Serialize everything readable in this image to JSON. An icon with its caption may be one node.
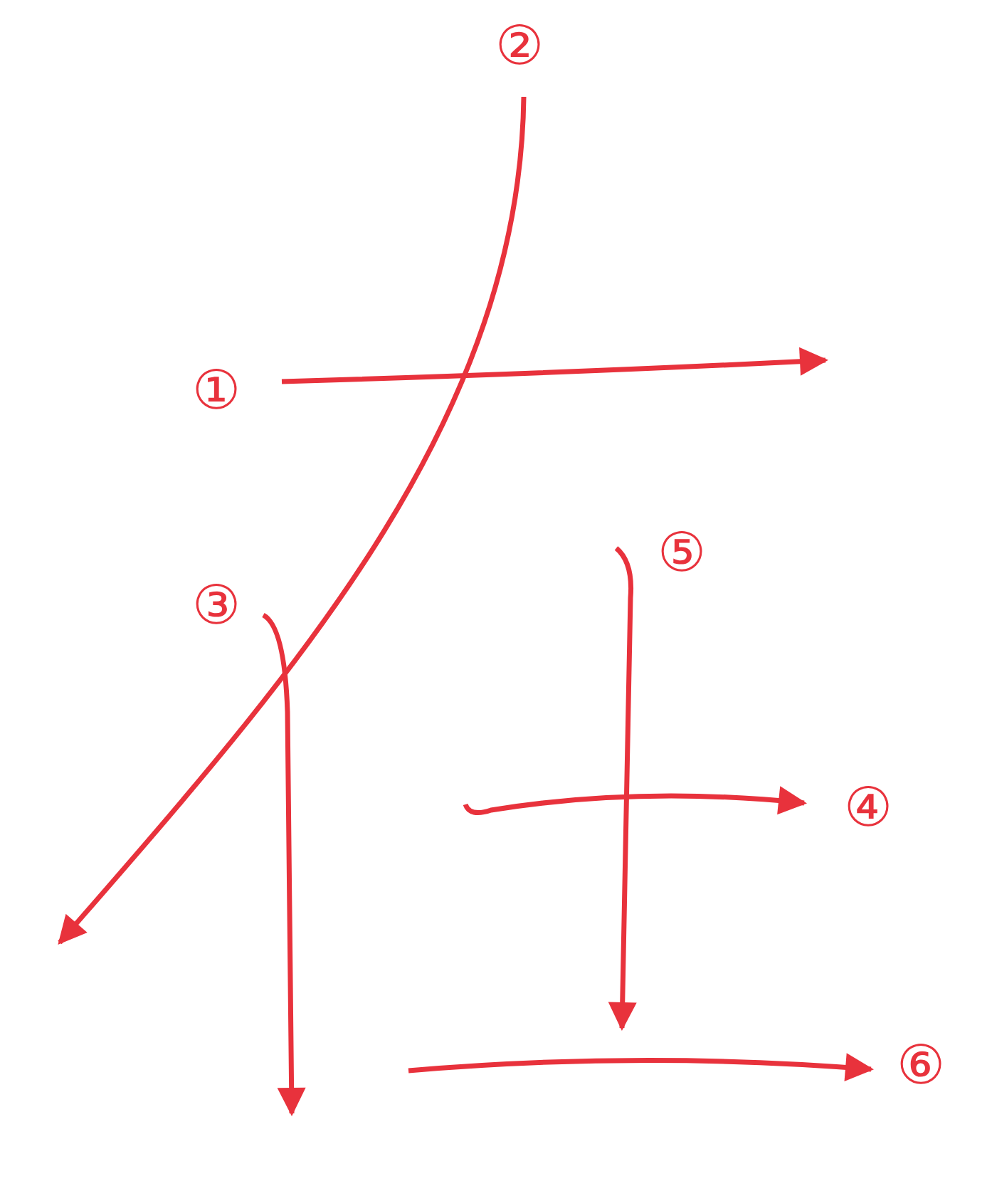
{
  "diagram": {
    "labels": [
      "②",
      "①",
      "⑤",
      "③",
      "④",
      "⑥"
    ]
  }
}
